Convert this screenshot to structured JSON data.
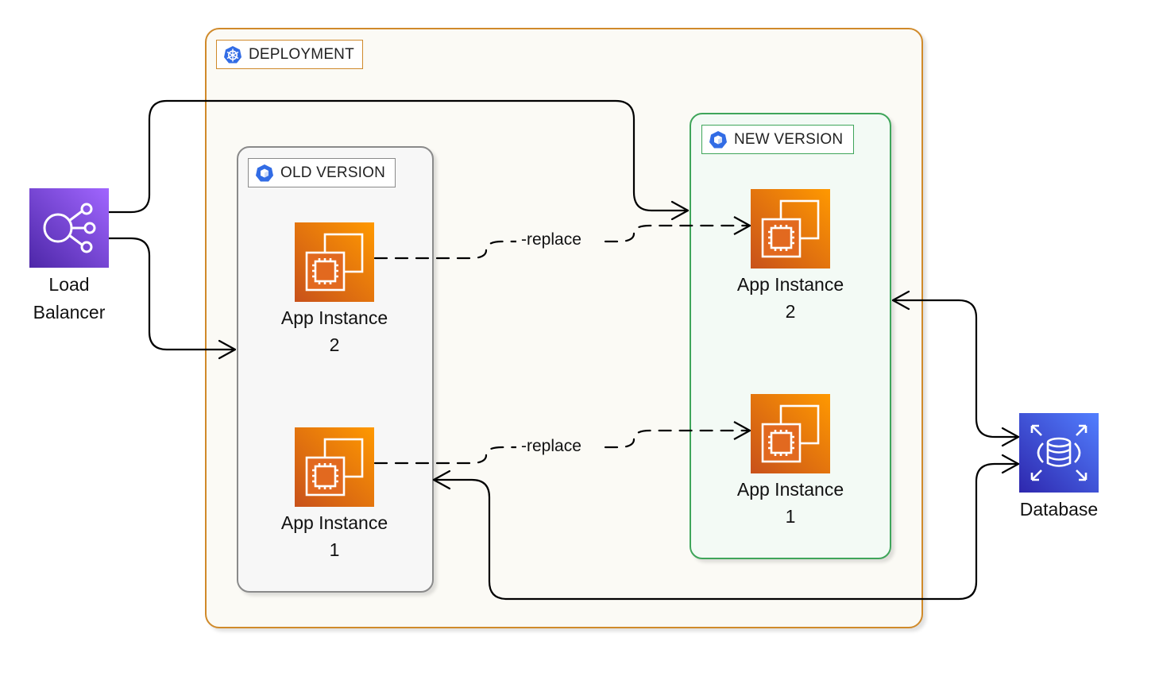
{
  "diagram": {
    "deployment": {
      "title": "DEPLOYMENT",
      "icon": "kubernetes-wheel-icon",
      "border_color": "#d08a2a"
    },
    "old_version": {
      "title": "OLD VERSION",
      "icon": "kubernetes-cube-icon",
      "border_color": "#8a8a8a",
      "instances": [
        {
          "name": "App Instance",
          "number": "2"
        },
        {
          "name": "App Instance",
          "number": "1"
        }
      ]
    },
    "new_version": {
      "title": "NEW VERSION",
      "icon": "kubernetes-cube-icon",
      "border_color": "#3fa55a",
      "instances": [
        {
          "name": "App Instance",
          "number": "2"
        },
        {
          "name": "App Instance",
          "number": "1"
        }
      ]
    },
    "load_balancer": {
      "line1": "Load",
      "line2": "Balancer",
      "icon": "elastic-load-balancer-icon",
      "color": "#8c4fff"
    },
    "database": {
      "label": "Database",
      "icon": "rds-database-icon",
      "color": "#3b48cc"
    },
    "edges": [
      {
        "from": "Load Balancer",
        "to": "New Version",
        "style": "solid"
      },
      {
        "from": "Load Balancer",
        "to": "Old Version",
        "style": "solid"
      },
      {
        "from": "Old App Instance 2",
        "to": "New App Instance 2",
        "style": "dashed",
        "label": "-replace"
      },
      {
        "from": "Old App Instance 1",
        "to": "New App Instance 1",
        "style": "dashed",
        "label": "-replace"
      },
      {
        "from": "Database",
        "to": "New Version",
        "style": "solid"
      },
      {
        "from": "Database",
        "to": "Old Version",
        "style": "solid"
      }
    ],
    "ec2_color": "#e7711b"
  }
}
